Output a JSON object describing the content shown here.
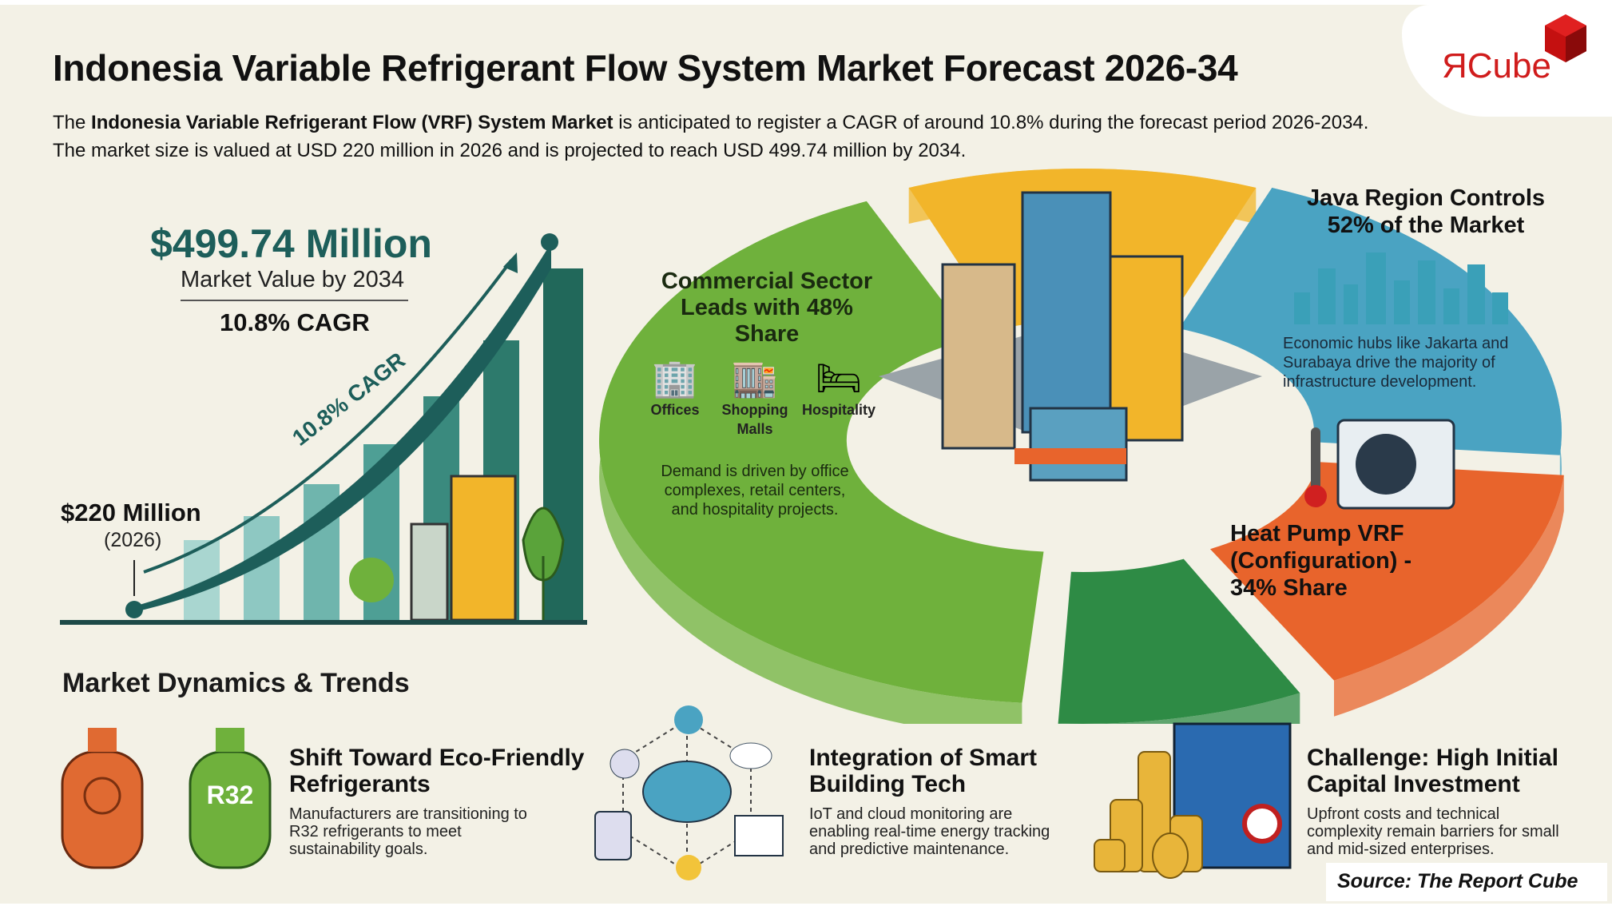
{
  "header": {
    "title": "Indonesia Variable Refrigerant Flow System Market Forecast 2026-34",
    "desc_prefix": "The ",
    "desc_bold": "Indonesia Variable Refrigerant Flow (VRF) System Market",
    "desc_rest": " is anticipated to register a CAGR of around 10.8% during the forecast period 2026-2034. The market size is valued at USD 220 million in 2026 and is projected to reach USD 499.74 million by 2034.",
    "logo": "ЯCube"
  },
  "growth": {
    "end_value": "$499.74 Million",
    "end_label": "Market Value by 2034",
    "cagr": "10.8% CAGR",
    "arrow_label": "10.8% CAGR",
    "start_value": "$220 Million",
    "start_year": "(2026)"
  },
  "segments": {
    "commercial": {
      "title": "Commercial Sector Leads with 48% Share",
      "icons": [
        "Offices",
        "Shopping Malls",
        "Hospitality"
      ],
      "text": "Demand is driven by office complexes, retail centers, and hospitality projects."
    },
    "java": {
      "title": "Java Region Controls 52% of the Market",
      "text": "Economic hubs like Jakarta and Surabaya drive the majority of infrastructure development."
    },
    "heatpump": {
      "title": "Heat Pump VRF (Configuration) - 34% Share"
    }
  },
  "colors": {
    "teal": "#1d5e5a",
    "green": "#6fb13c",
    "yellow": "#f2b52a",
    "blue": "#4aa3c2",
    "orange": "#e8642c",
    "darkgreen": "#2e8b45"
  },
  "trends": {
    "heading": "Market Dynamics & Trends",
    "items": [
      {
        "title": "Shift Toward Eco-Friendly Refrigerants",
        "text": "Manufacturers are transitioning to R32 refrigerants to meet sustainability goals.",
        "badge": "R32"
      },
      {
        "title": "Integration of Smart Building Tech",
        "text": "IoT and cloud monitoring are enabling real-time energy tracking and predictive maintenance."
      },
      {
        "title": "Challenge: High Initial Capital Investment",
        "text": "Upfront costs and technical complexity remain barriers for small and mid-sized enterprises."
      }
    ]
  },
  "source": "Source: The Report Cube"
}
